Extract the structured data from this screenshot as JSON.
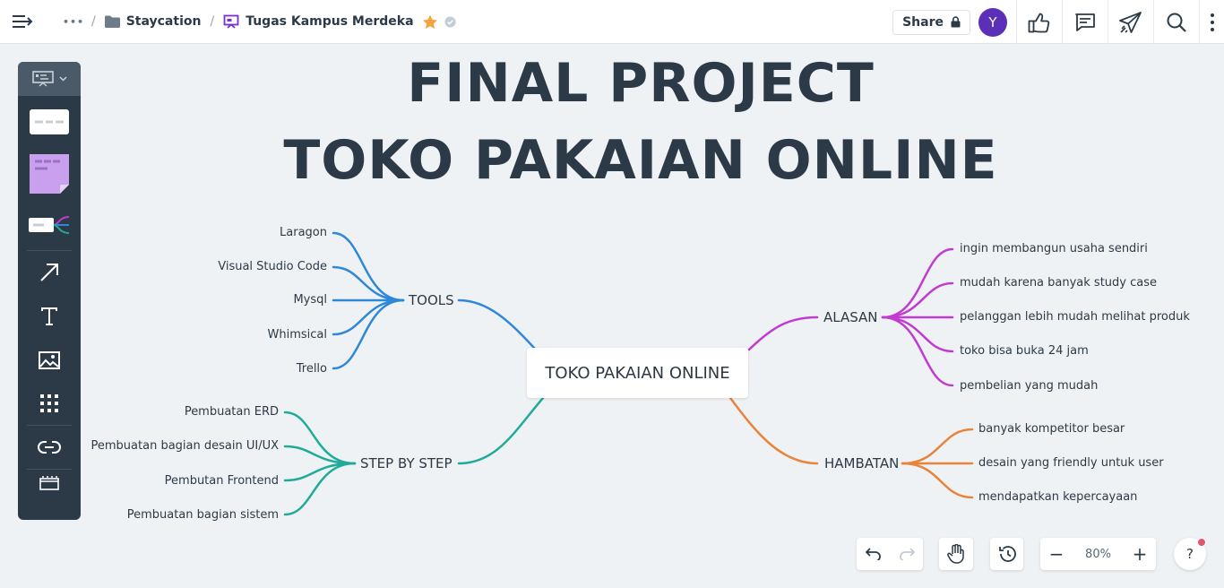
{
  "breadcrumb": {
    "more": "•••",
    "sep": "/",
    "folder": "Staycation",
    "board": "Tugas Kampus Merdeka"
  },
  "header": {
    "share_label": "Share",
    "avatar_initial": "Y"
  },
  "title": {
    "line1": "FINAL PROJECT",
    "line2": "TOKO PAKAIAN ONLINE"
  },
  "mindmap": {
    "center": "TOKO PAKAIAN ONLINE",
    "tools": {
      "label": "TOOLS",
      "color": "#2f87d8",
      "items": [
        "Laragon",
        "Visual Studio Code",
        "Mysql",
        "Whimsical",
        "Trello"
      ]
    },
    "steps": {
      "label": "STEP BY STEP",
      "color": "#1fab98",
      "items": [
        "Pembuatan ERD",
        "Pembuatan bagian desain UI/UX",
        "Pembutan Frontend",
        "Pembuatan bagian sistem"
      ]
    },
    "alasan": {
      "label": "ALASAN",
      "color": "#c13ad2",
      "items": [
        "ingin membangun usaha sendiri",
        "mudah karena banyak study case",
        "pelanggan lebih mudah melihat produk",
        "toko bisa buka 24 jam",
        "pembelian yang mudah"
      ]
    },
    "hambatan": {
      "label": "HAMBATAN",
      "color": "#e8843a",
      "items": [
        "banyak kompetitor besar",
        "desain yang friendly untuk user",
        "mendapatkan kepercayaan"
      ]
    }
  },
  "zoom": {
    "level": "80%",
    "minus": "−",
    "plus": "+"
  },
  "help_label": "?",
  "colors": {
    "toolbar_bg": "#2c3a47",
    "sticky_note": "#c9a0ee",
    "avatar": "#5b2fb8",
    "star": "#f4a53a"
  }
}
